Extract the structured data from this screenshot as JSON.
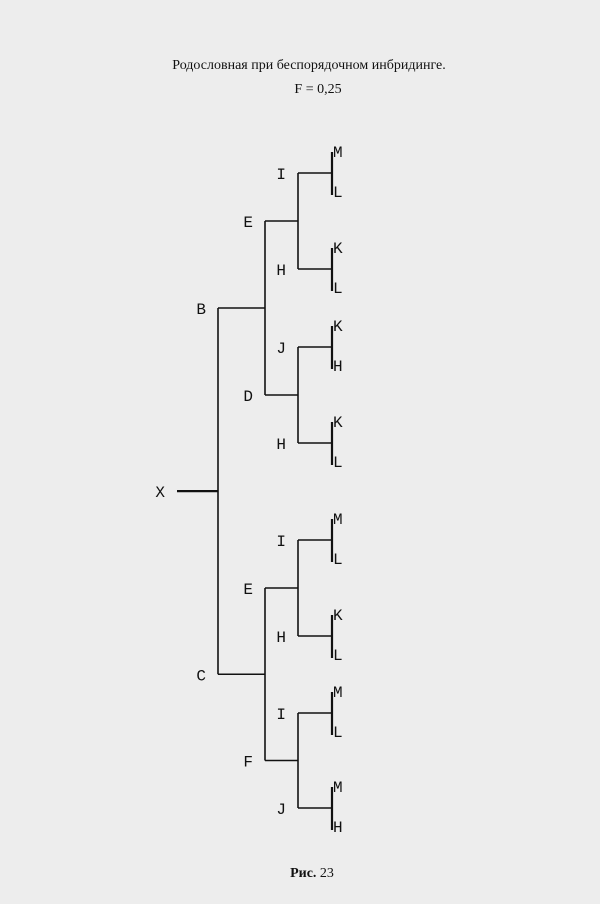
{
  "title": "Родословная при беспорядочном инбридинге.",
  "coefficient": "F = 0,25",
  "caption_prefix": "Рис.",
  "caption_number": "23",
  "colors": {
    "background": "#ededed",
    "ink": "#111111"
  },
  "pedigree": {
    "name": "X",
    "parents": [
      {
        "name": "B",
        "parents": [
          {
            "name": "E",
            "parents": [
              {
                "name": "I",
                "parents": [
                  {
                    "name": "M"
                  },
                  {
                    "name": "L"
                  }
                ]
              },
              {
                "name": "H",
                "parents": [
                  {
                    "name": "K"
                  },
                  {
                    "name": "L"
                  }
                ]
              }
            ]
          },
          {
            "name": "D",
            "parents": [
              {
                "name": "J",
                "parents": [
                  {
                    "name": "K"
                  },
                  {
                    "name": "H"
                  }
                ]
              },
              {
                "name": "H",
                "parents": [
                  {
                    "name": "K"
                  },
                  {
                    "name": "L"
                  }
                ]
              }
            ]
          }
        ]
      },
      {
        "name": "C",
        "parents": [
          {
            "name": "E",
            "parents": [
              {
                "name": "I",
                "parents": [
                  {
                    "name": "M"
                  },
                  {
                    "name": "L"
                  }
                ]
              },
              {
                "name": "H",
                "parents": [
                  {
                    "name": "K"
                  },
                  {
                    "name": "L"
                  }
                ]
              }
            ]
          },
          {
            "name": "F",
            "parents": [
              {
                "name": "I",
                "parents": [
                  {
                    "name": "M"
                  },
                  {
                    "name": "L"
                  }
                ]
              },
              {
                "name": "J",
                "parents": [
                  {
                    "name": "M"
                  },
                  {
                    "name": "H"
                  }
                ]
              }
            ]
          }
        ]
      }
    ]
  }
}
